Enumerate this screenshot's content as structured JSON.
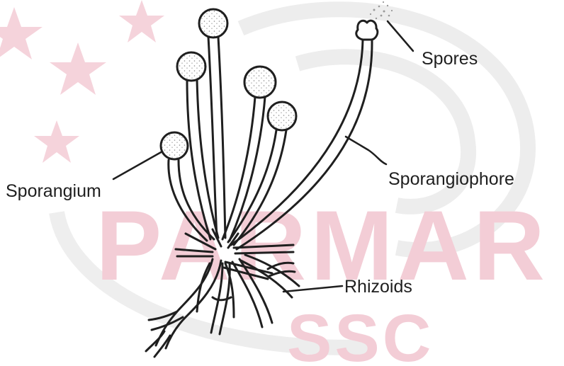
{
  "labels": {
    "spores": "Spores",
    "sporangium": "Sporangium",
    "sporangiophore": "Sporangiophore",
    "rhizoids": "Rhizoids"
  },
  "watermark": {
    "line1": "PARMAR",
    "line2": "SSC",
    "color": "#f3cdd6",
    "swirl_color": "#ececec"
  },
  "colors": {
    "ink": "#1f1f1f",
    "background": "#ffffff"
  }
}
